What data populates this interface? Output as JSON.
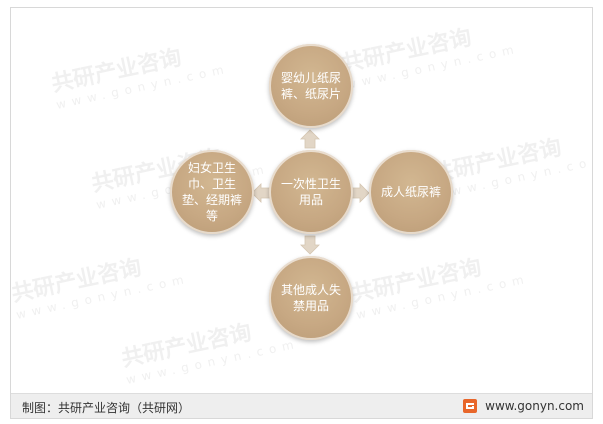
{
  "diagram": {
    "center_node": "一次性卫生用品",
    "top_node": "婴幼儿纸尿裤、纸尿片",
    "right_node": "成人纸尿裤",
    "bottom_node": "其他成人失禁用品",
    "left_node": "妇女卫生巾、卫生垫、经期裤等"
  },
  "footer": {
    "caption": "制图：共研产业咨询（共研网）",
    "website": "www.gonyn.com",
    "logo_color": "#e8662a"
  },
  "watermark": {
    "text": "共研产业咨询",
    "subtext": "www.gonyn.com"
  },
  "colors": {
    "node_fill": "#c7a883",
    "arrow_fill": "#e2d6c6"
  }
}
